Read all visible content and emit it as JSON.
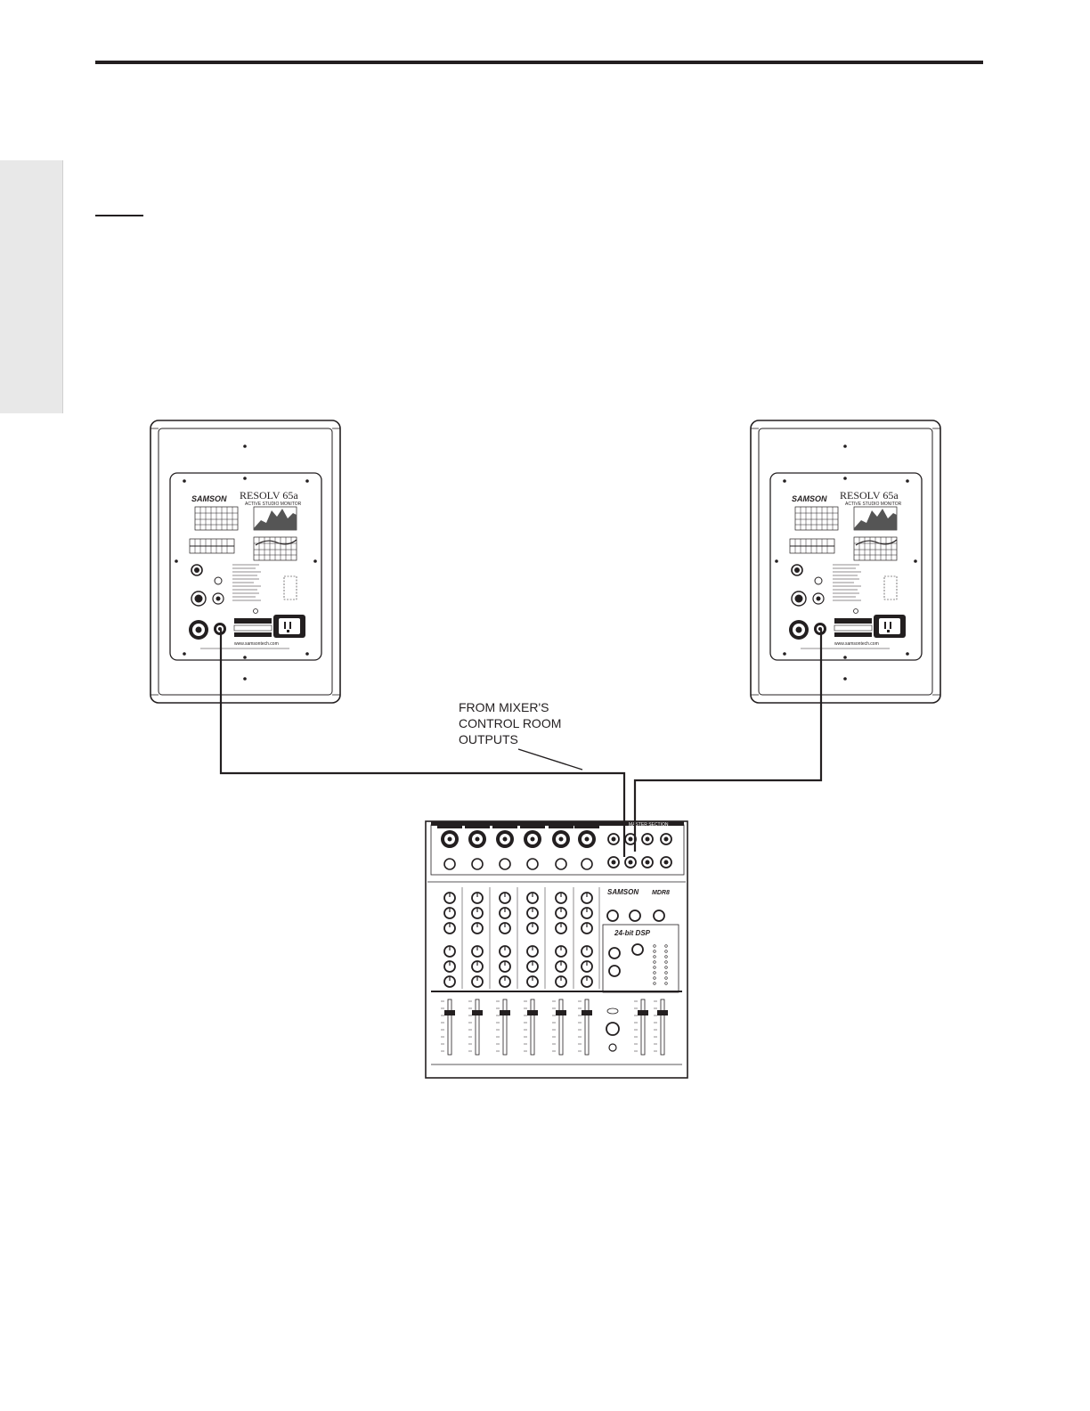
{
  "callout": {
    "line1": "FROM MIXER'S",
    "line2": "CONTROL ROOM",
    "line3": "OUTPUTS"
  },
  "monitor": {
    "brand": "SAMSON",
    "model": "RESOLV 65a",
    "subtitle": "ACTIVE STUDIO MONITOR",
    "website": "www.samsontech.com"
  },
  "mixer": {
    "brand": "SAMSON",
    "model": "MDR8",
    "dsp": "24-bit DSP",
    "master_section": "MASTER SECTION"
  },
  "colors": {
    "ink": "#231f20",
    "tab": "#e8e8e8"
  }
}
